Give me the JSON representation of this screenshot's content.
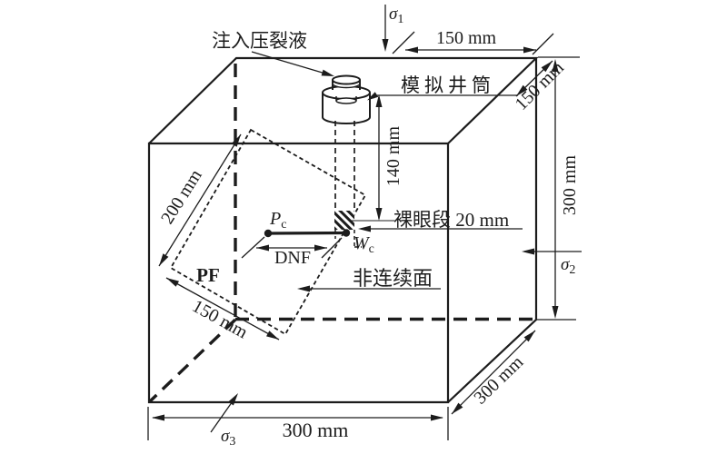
{
  "figure": {
    "background": "#ffffff",
    "ink": "#1c1c1c",
    "labels": {
      "inject_fluid": "注入压裂液",
      "simulated_wellbore": "模拟井筒",
      "open_hole": "裸眼段 20 mm",
      "discontinuity_plane": "非连续面",
      "preset_fracture": "PF",
      "dnf": "DNF"
    },
    "points": {
      "pc_main": "P",
      "pc_sub": "c",
      "wc_main": "W",
      "wc_sub": "c"
    },
    "stresses": {
      "sigma": "σ",
      "s1_sub": "1",
      "s2_sub": "2",
      "s3_sub": "3"
    },
    "dimensions": {
      "top_half_width": "150 mm",
      "top_half_depth": "150 mm",
      "cube_height": "300 mm",
      "cube_width": "300 mm",
      "cube_depth": "300 mm",
      "wellbore_depth": "140 mm",
      "fracture_length": "200 mm",
      "fracture_width": "150 mm"
    }
  }
}
